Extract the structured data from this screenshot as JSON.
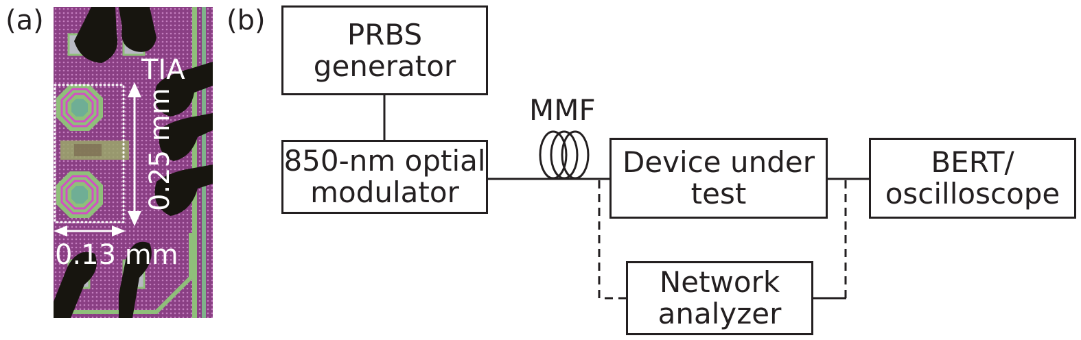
{
  "panels": {
    "a": {
      "label": "(a)",
      "image": "chip-micrograph",
      "annotations": {
        "chip_name": "TIA",
        "height_dimension": "0.25 mm",
        "width_dimension": "0.13 mm"
      },
      "colors": {
        "substrate": "#8a3f84",
        "metal": "#8fbf7a",
        "inductor_trace": "#d24fc4",
        "bond_wire": "#1a1a14",
        "annotation": "#ffffff"
      }
    },
    "b": {
      "label": "(b)",
      "blocks": {
        "prbs": "PRBS\ngenerator",
        "modulator": "850-nm optial\nmodulator",
        "dut": "Device under\ntest",
        "bert": "BERT/\noscilloscope",
        "network_analyzer": "Network\nanalyzer"
      },
      "fiber_label": "MMF",
      "connections": [
        {
          "from": "prbs",
          "to": "modulator",
          "style": "solid"
        },
        {
          "from": "modulator",
          "to": "dut",
          "style": "solid",
          "via": "MMF"
        },
        {
          "from": "dut",
          "to": "bert",
          "style": "solid"
        },
        {
          "from": "dut-input",
          "to": "network_analyzer",
          "style": "dashed"
        },
        {
          "from": "network_analyzer",
          "to": "dut-output",
          "style": "solid+dashed"
        }
      ],
      "colors": {
        "line": "#231f20"
      }
    }
  }
}
